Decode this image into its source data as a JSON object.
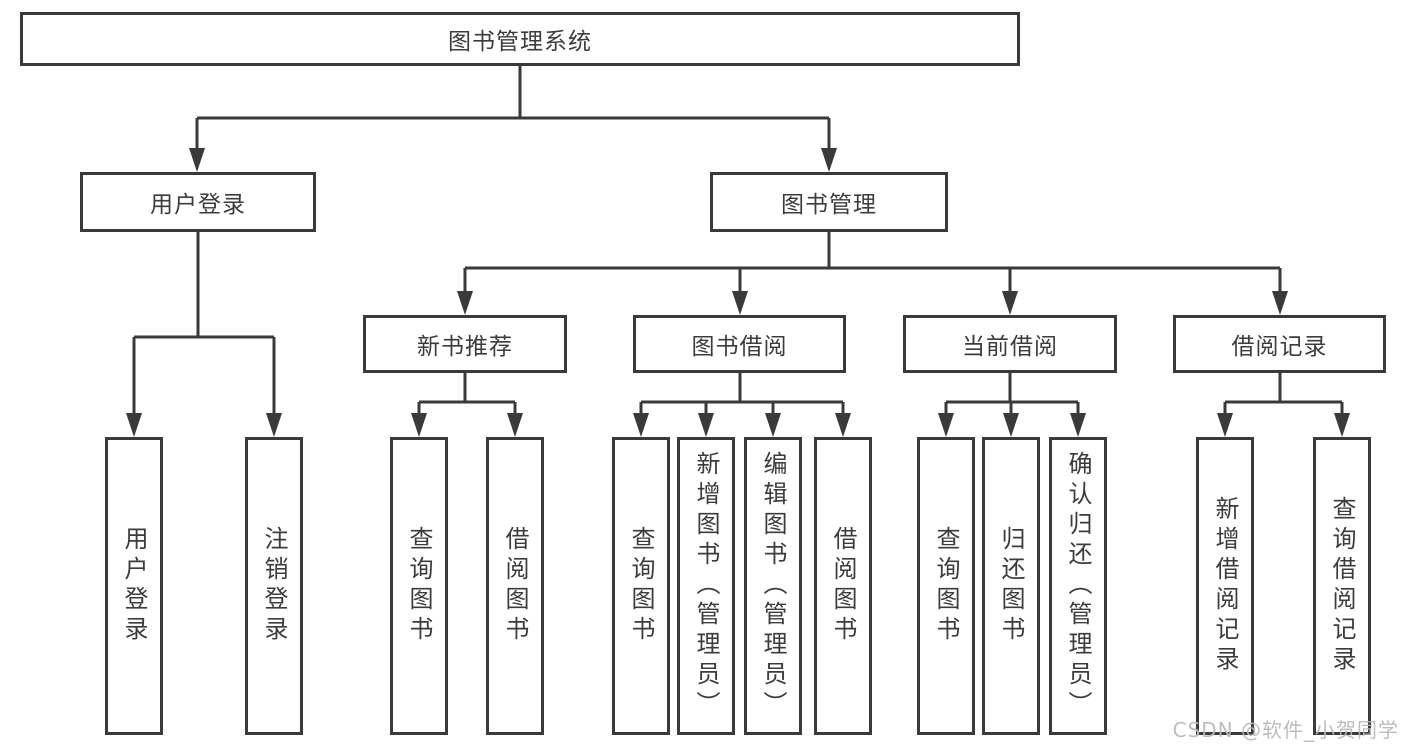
{
  "diagram": {
    "root": "图书管理系统",
    "user_login": {
      "label": "用户登录",
      "children": [
        "用户登录",
        "注销登录"
      ]
    },
    "book_management": {
      "label": "图书管理",
      "sections": [
        {
          "label": "新书推荐",
          "children": [
            "查询图书",
            "借阅图书"
          ]
        },
        {
          "label": "图书借阅",
          "children": [
            "查询图书",
            "新增图书（管理员）",
            "编辑图书（管理员）",
            "借阅图书"
          ]
        },
        {
          "label": "当前借阅",
          "children": [
            "查询图书",
            "归还图书",
            "确认归还（管理员）"
          ]
        },
        {
          "label": "借阅记录",
          "children": [
            "新增借阅记录",
            "查询借阅记录"
          ]
        }
      ]
    }
  },
  "watermark": "CSDN @软件_小贺同学",
  "colors": {
    "line": "#3a3a3a",
    "border": "#3a3a3a",
    "text": "#3c3c3c",
    "background": "#ffffff",
    "watermark": "#b9b9b9"
  }
}
